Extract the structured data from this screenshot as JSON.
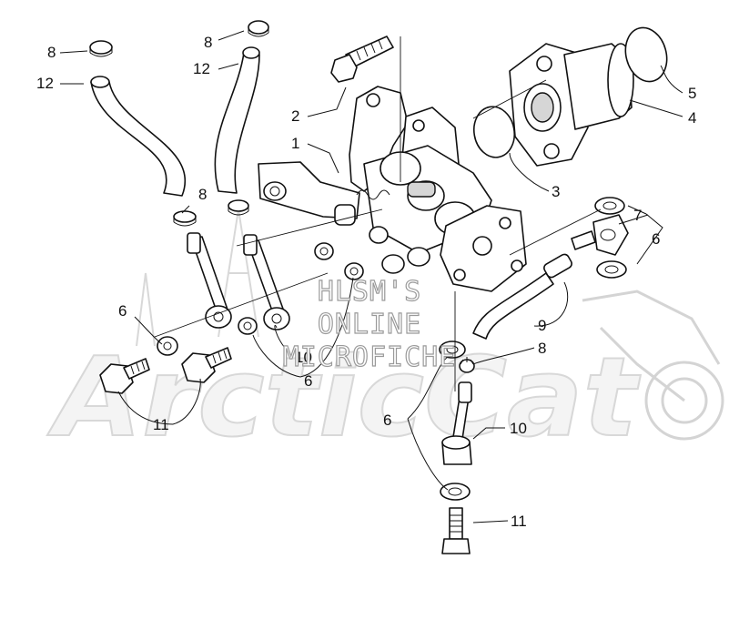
{
  "diagram": {
    "watermark_logo": "ArcticCat",
    "watermark_lines": [
      "HLSM'S",
      "ONLINE",
      "MICROFICHE"
    ],
    "callouts": {
      "c1": "1",
      "c2": "2",
      "c3": "3",
      "c4": "4",
      "c5": "5",
      "c6a": "6",
      "c6b": "6",
      "c6c": "6",
      "c6d": "6",
      "c7": "7",
      "c8a": "8",
      "c8b": "8",
      "c8c": "8",
      "c8d": "8",
      "c9": "9",
      "c10a": "10",
      "c10b": "10",
      "c11a": "11",
      "c11b": "11",
      "c12a": "12",
      "c12b": "12"
    }
  }
}
